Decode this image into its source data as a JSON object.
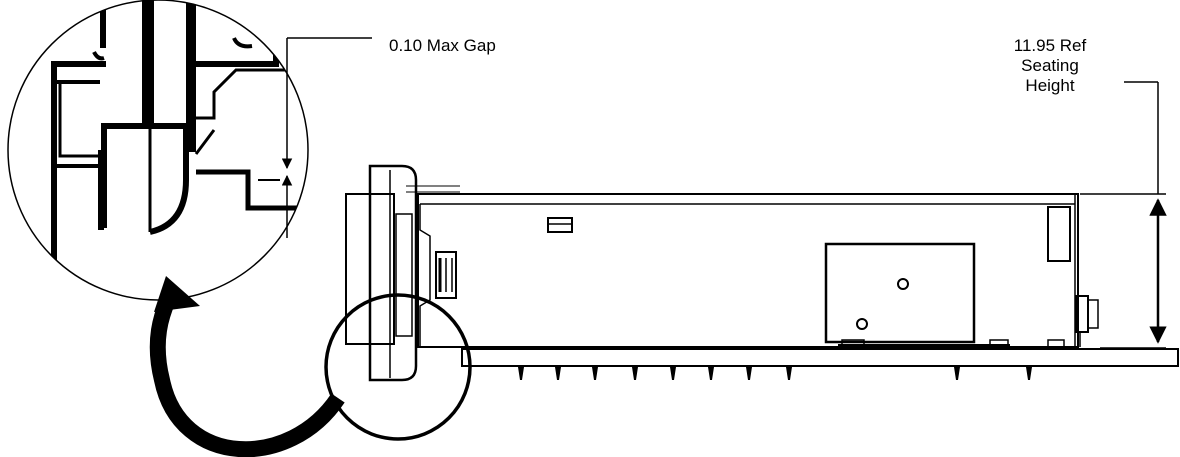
{
  "diagram": {
    "gap_callout": {
      "text": "0.10 Max Gap"
    },
    "seating_callout": {
      "line1": "11.95 Ref",
      "line2": "Seating",
      "line3": "Height"
    },
    "ink_color": "#000000",
    "background_color": "#ffffff"
  }
}
